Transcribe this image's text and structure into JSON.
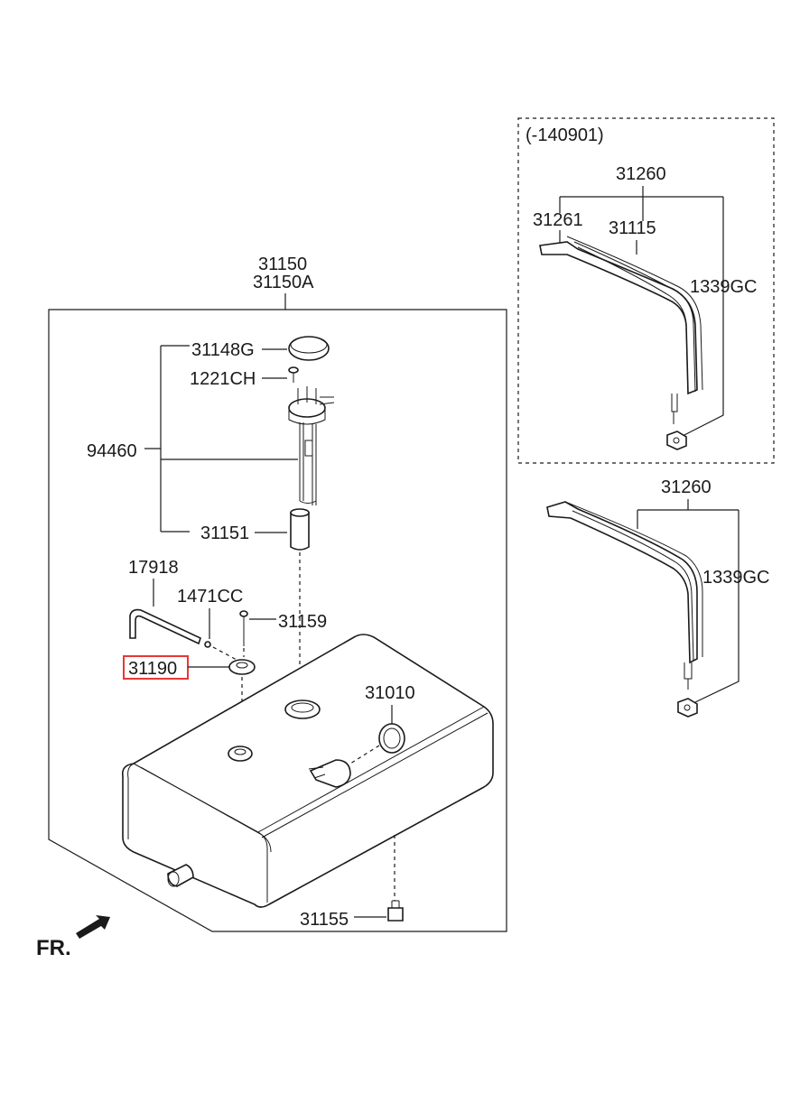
{
  "variant_box": {
    "label": "(-140901)"
  },
  "labels": {
    "strap_assy_upper": "31260",
    "strap_upper": "31261",
    "pad": "31115",
    "nut_upper": "1339GC",
    "tank_assy_1": "31150",
    "tank_assy_2": "31150A",
    "cover": "31148G",
    "screw": "1221CH",
    "sender": "94460",
    "filter": "31151",
    "hose": "17918",
    "clip": "1471CC",
    "bolt": "31159",
    "grommet": "31190",
    "tank": "31010",
    "drain_plug": "31155",
    "strap_assy_lower": "31260",
    "nut_lower": "1339GC"
  },
  "highlight": {
    "part": "31190",
    "color": "#e53935"
  },
  "front_marker": {
    "label": "FR."
  }
}
